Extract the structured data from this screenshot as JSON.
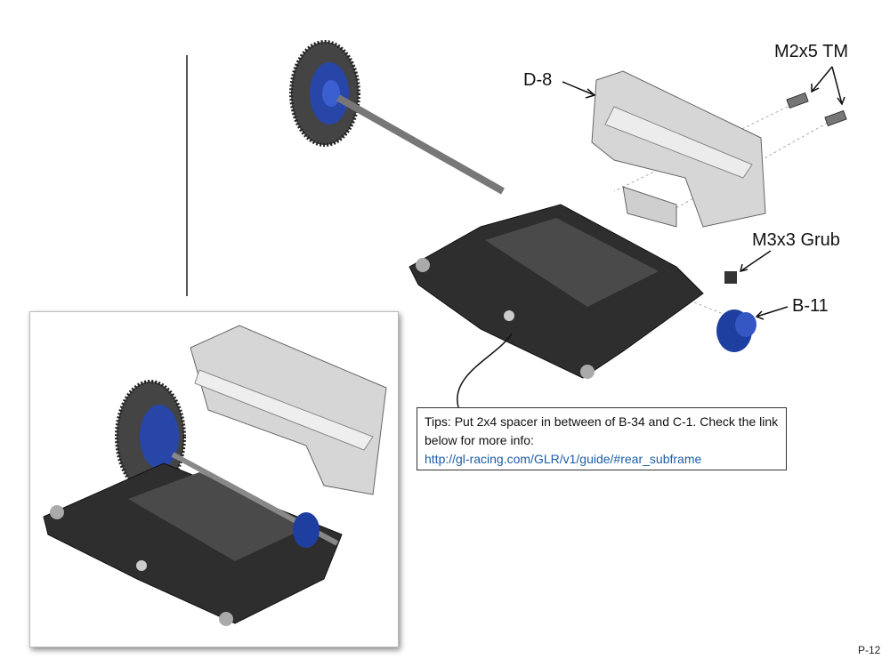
{
  "labels": {
    "d8": "D-8",
    "m2x5": "M2x5 TM",
    "m3x3": "M3x3 Grub",
    "b11": "B-11"
  },
  "tips": {
    "text": "Tips: Put 2x4 spacer in between of B-34 and C-1. Check the link below for more info:",
    "link": "http://gl-racing.com/GLR/v1/guide/#rear_subframe"
  },
  "page_number": "P-12",
  "colors": {
    "hub_blue": "#1f3fa0",
    "chassis": "#2e2e2e",
    "wing": "#d4d4d4",
    "link": "#1a5fa8"
  }
}
